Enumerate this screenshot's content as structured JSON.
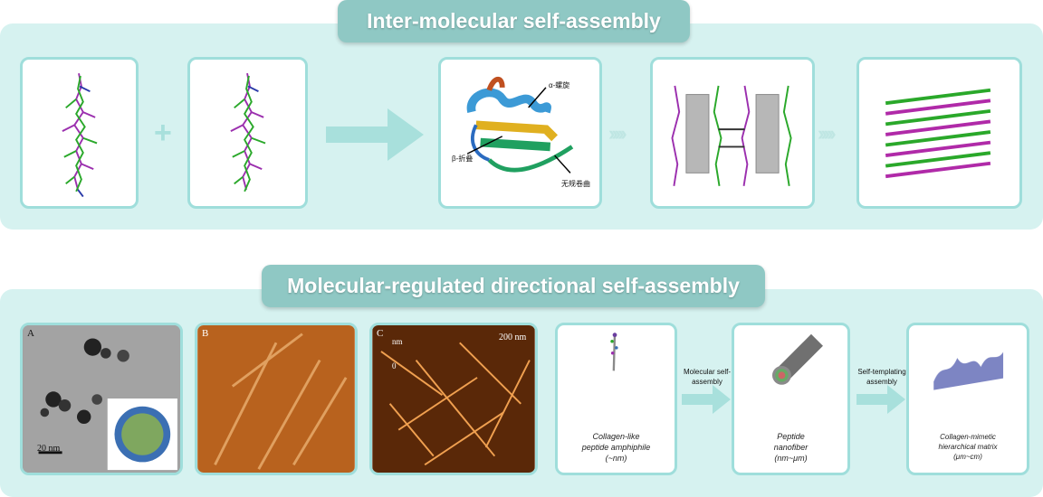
{
  "top": {
    "title": "Inter-molecular self-assembly",
    "labels": {
      "helix": "α-螺旋",
      "sheet": "β-折叠",
      "coil": "无规卷曲"
    }
  },
  "bottom": {
    "title": "Molecular-regulated directional self-assembly",
    "images": {
      "a_letter": "A",
      "a_scale": "20 nm",
      "b_letter": "B",
      "c_letter": "C",
      "c_scale": "200 nm",
      "c_unit": "nm",
      "c_zero": "0"
    },
    "steps": {
      "step1_label": "Molecular self-assembly",
      "step2_label": "Self-templating assembly"
    },
    "captions": {
      "c1_line1": "Collagen-like",
      "c1_line2": "peptide amphiphile",
      "c1_line3": "(~nm)",
      "c2_line1": "Peptide",
      "c2_line2": "nanofiber",
      "c2_line3": "(nm~μm)",
      "c3_line1": "Collagen-mimetic",
      "c3_line2": "hierarchical matrix",
      "c3_line3": "(μm~cm)"
    }
  },
  "colors": {
    "panel": "#d6f2f0",
    "banner": "#8fc8c4",
    "card_border": "#9fdedb",
    "arrow": "#a8e0dc"
  }
}
